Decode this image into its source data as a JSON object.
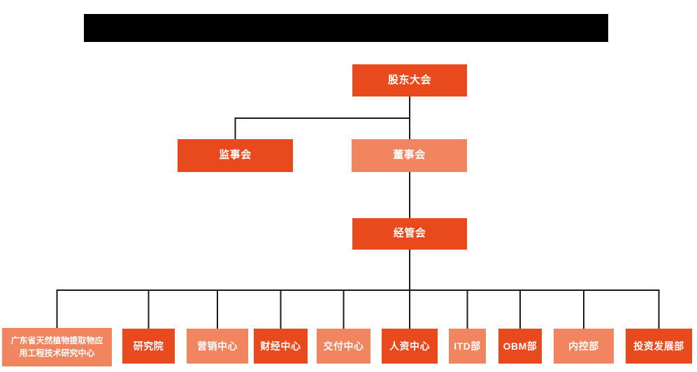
{
  "palette": {
    "node_dark": "#E84A1D",
    "node_light": "#F0855F",
    "node_text": "#FFFFFF",
    "connector": "#1A1A1A",
    "background": "#FFFFFF",
    "redaction": "#000000"
  },
  "chart": {
    "level1": {
      "label": "股东大会"
    },
    "level2": {
      "supervisory_board": {
        "label": "监事会"
      },
      "board_of_directors": {
        "label": "董事会"
      }
    },
    "level3": {
      "label": "经管会"
    },
    "departments": [
      {
        "label": "广东省天然植物提取物应用工程技术研究中心",
        "variant": "light"
      },
      {
        "label": "研究院",
        "variant": "dark"
      },
      {
        "label": "营销中心",
        "variant": "light"
      },
      {
        "label": "财经中心",
        "variant": "dark"
      },
      {
        "label": "交付中心",
        "variant": "light"
      },
      {
        "label": "人资中心",
        "variant": "dark"
      },
      {
        "label": "ITD部",
        "variant": "light"
      },
      {
        "label": "OBM部",
        "variant": "dark"
      },
      {
        "label": "内控部",
        "variant": "light"
      },
      {
        "label": "投资发展部",
        "variant": "dark"
      }
    ]
  }
}
